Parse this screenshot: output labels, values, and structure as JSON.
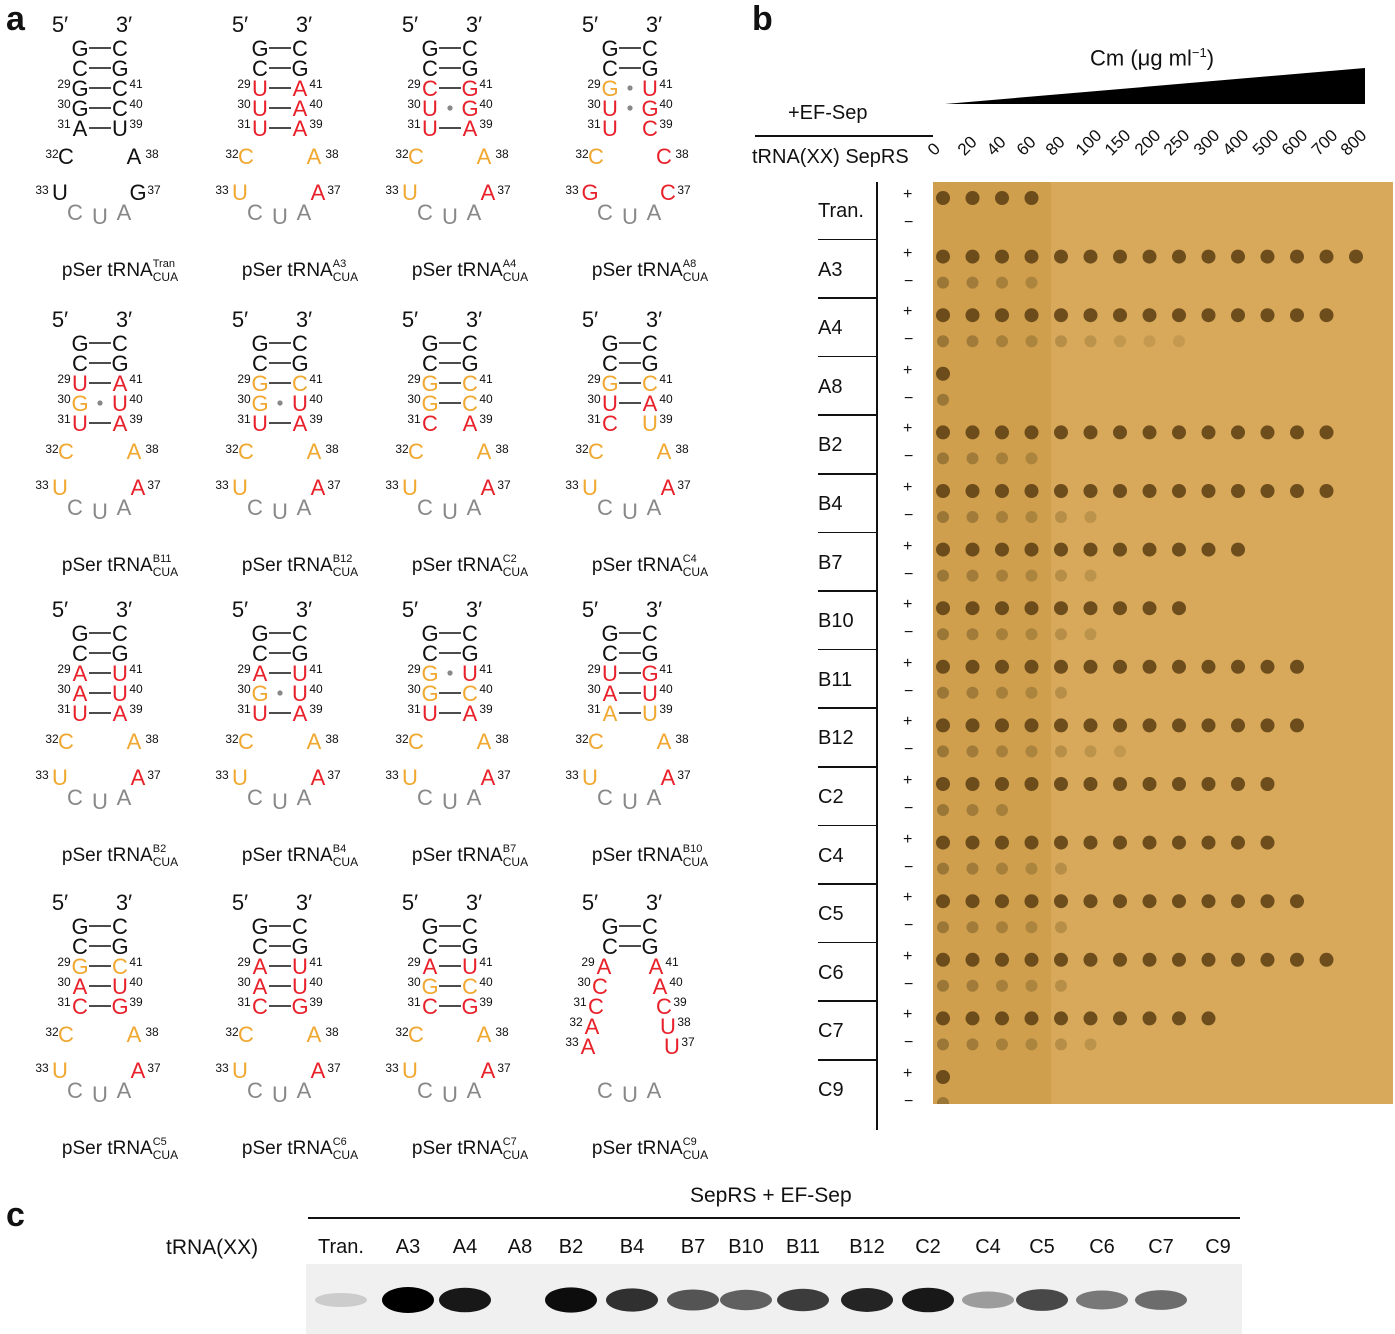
{
  "panel_a": {
    "label": "a",
    "structures": [
      {
        "id": "Tran",
        "caption": "pSer tRNA",
        "sup": "Tran",
        "sub": "CUA",
        "stem": [
          [
            "G",
            "C",
            "k",
            "k",
            "-"
          ],
          [
            "C",
            "G",
            "k",
            "k",
            "-"
          ],
          [
            "G",
            "C",
            "k",
            "k",
            "-"
          ],
          [
            "G",
            "C",
            "k",
            "k",
            "-"
          ],
          [
            "A",
            "U",
            "k",
            "k",
            "-"
          ]
        ],
        "loop": {
          "l32": "C",
          "l33": "U",
          "r38": "A",
          "r37": "G",
          "c32": "k",
          "c33": "k",
          "c38": "k",
          "c37": "k"
        }
      },
      {
        "id": "A3",
        "caption": "pSer tRNA",
        "sup": "A3",
        "sub": "CUA",
        "stem": [
          [
            "G",
            "C",
            "k",
            "k",
            "-"
          ],
          [
            "C",
            "G",
            "k",
            "k",
            "-"
          ],
          [
            "U",
            "A",
            "r",
            "r",
            "-"
          ],
          [
            "U",
            "A",
            "r",
            "r",
            "-"
          ],
          [
            "U",
            "A",
            "r",
            "r",
            "-"
          ]
        ],
        "loop": {
          "l32": "C",
          "l33": "U",
          "r38": "A",
          "r37": "A",
          "c32": "o",
          "c33": "o",
          "c38": "o",
          "c37": "r"
        }
      },
      {
        "id": "A4",
        "caption": "pSer tRNA",
        "sup": "A4",
        "sub": "CUA",
        "stem": [
          [
            "G",
            "C",
            "k",
            "k",
            "-"
          ],
          [
            "C",
            "G",
            "k",
            "k",
            "-"
          ],
          [
            "C",
            "G",
            "r",
            "r",
            "-"
          ],
          [
            "U",
            "G",
            "r",
            "r",
            "."
          ],
          [
            "U",
            "A",
            "r",
            "r",
            "-"
          ]
        ],
        "loop": {
          "l32": "C",
          "l33": "U",
          "r38": "A",
          "r37": "A",
          "c32": "o",
          "c33": "o",
          "c38": "o",
          "c37": "r"
        }
      },
      {
        "id": "A8",
        "caption": "pSer tRNA",
        "sup": "A8",
        "sub": "CUA",
        "stem": [
          [
            "G",
            "C",
            "k",
            "k",
            "-"
          ],
          [
            "C",
            "G",
            "k",
            "k",
            "-"
          ],
          [
            "G",
            "U",
            "o",
            "r",
            "."
          ],
          [
            "U",
            "G",
            "r",
            "r",
            "."
          ],
          [
            "U",
            "C",
            "r",
            "r",
            " "
          ]
        ],
        "loop": {
          "l32": "C",
          "l33": "G",
          "r38": "C",
          "r37": "C",
          "c32": "o",
          "c33": "r",
          "c38": "r",
          "c37": "r"
        }
      },
      {
        "id": "B11",
        "caption": "pSer tRNA",
        "sup": "B11",
        "sub": "CUA",
        "stem": [
          [
            "G",
            "C",
            "k",
            "k",
            "-"
          ],
          [
            "C",
            "G",
            "k",
            "k",
            "-"
          ],
          [
            "U",
            "A",
            "r",
            "r",
            "-"
          ],
          [
            "G",
            "U",
            "o",
            "r",
            "."
          ],
          [
            "U",
            "A",
            "r",
            "r",
            "-"
          ]
        ],
        "loop": {
          "l32": "C",
          "l33": "U",
          "r38": "A",
          "r37": "A",
          "c32": "o",
          "c33": "o",
          "c38": "o",
          "c37": "r"
        }
      },
      {
        "id": "B12",
        "caption": "pSer tRNA",
        "sup": "B12",
        "sub": "CUA",
        "stem": [
          [
            "G",
            "C",
            "k",
            "k",
            "-"
          ],
          [
            "C",
            "G",
            "k",
            "k",
            "-"
          ],
          [
            "G",
            "C",
            "o",
            "o",
            "-"
          ],
          [
            "G",
            "U",
            "o",
            "r",
            "."
          ],
          [
            "U",
            "A",
            "r",
            "r",
            "-"
          ]
        ],
        "loop": {
          "l32": "C",
          "l33": "U",
          "r38": "A",
          "r37": "A",
          "c32": "o",
          "c33": "o",
          "c38": "o",
          "c37": "r"
        }
      },
      {
        "id": "C2",
        "caption": "pSer tRNA",
        "sup": "C2",
        "sub": "CUA",
        "stem": [
          [
            "G",
            "C",
            "k",
            "k",
            "-"
          ],
          [
            "C",
            "G",
            "k",
            "k",
            "-"
          ],
          [
            "G",
            "C",
            "o",
            "o",
            "-"
          ],
          [
            "G",
            "C",
            "o",
            "o",
            "-"
          ],
          [
            "C",
            "A",
            "r",
            "r",
            " "
          ]
        ],
        "loop": {
          "l32": "C",
          "l33": "U",
          "r38": "A",
          "r37": "A",
          "c32": "o",
          "c33": "o",
          "c38": "o",
          "c37": "r"
        }
      },
      {
        "id": "C4",
        "caption": "pSer tRNA",
        "sup": "C4",
        "sub": "CUA",
        "stem": [
          [
            "G",
            "C",
            "k",
            "k",
            "-"
          ],
          [
            "C",
            "G",
            "k",
            "k",
            "-"
          ],
          [
            "G",
            "C",
            "o",
            "o",
            "-"
          ],
          [
            "U",
            "A",
            "r",
            "r",
            "-"
          ],
          [
            "C",
            "U",
            "r",
            "o",
            " "
          ]
        ],
        "loop": {
          "l32": "C",
          "l33": "U",
          "r38": "A",
          "r37": "A",
          "c32": "o",
          "c33": "o",
          "c38": "o",
          "c37": "r"
        }
      },
      {
        "id": "B2",
        "caption": "pSer tRNA",
        "sup": "B2",
        "sub": "CUA",
        "stem": [
          [
            "G",
            "C",
            "k",
            "k",
            "-"
          ],
          [
            "C",
            "G",
            "k",
            "k",
            "-"
          ],
          [
            "A",
            "U",
            "r",
            "r",
            "-"
          ],
          [
            "A",
            "U",
            "r",
            "r",
            "-"
          ],
          [
            "U",
            "A",
            "r",
            "r",
            "-"
          ]
        ],
        "loop": {
          "l32": "C",
          "l33": "U",
          "r38": "A",
          "r37": "A",
          "c32": "o",
          "c33": "o",
          "c38": "o",
          "c37": "r"
        }
      },
      {
        "id": "B4",
        "caption": "pSer tRNA",
        "sup": "B4",
        "sub": "CUA",
        "stem": [
          [
            "G",
            "C",
            "k",
            "k",
            "-"
          ],
          [
            "C",
            "G",
            "k",
            "k",
            "-"
          ],
          [
            "A",
            "U",
            "r",
            "r",
            "-"
          ],
          [
            "G",
            "U",
            "o",
            "r",
            "."
          ],
          [
            "U",
            "A",
            "r",
            "r",
            "-"
          ]
        ],
        "loop": {
          "l32": "C",
          "l33": "U",
          "r38": "A",
          "r37": "A",
          "c32": "o",
          "c33": "o",
          "c38": "o",
          "c37": "r"
        }
      },
      {
        "id": "B7",
        "caption": "pSer tRNA",
        "sup": "B7",
        "sub": "CUA",
        "stem": [
          [
            "G",
            "C",
            "k",
            "k",
            "-"
          ],
          [
            "C",
            "G",
            "k",
            "k",
            "-"
          ],
          [
            "G",
            "U",
            "o",
            "r",
            "."
          ],
          [
            "G",
            "C",
            "o",
            "o",
            "-"
          ],
          [
            "U",
            "A",
            "r",
            "r",
            "-"
          ]
        ],
        "loop": {
          "l32": "C",
          "l33": "U",
          "r38": "A",
          "r37": "A",
          "c32": "o",
          "c33": "o",
          "c38": "o",
          "c37": "r"
        }
      },
      {
        "id": "B10",
        "caption": "pSer tRNA",
        "sup": "B10",
        "sub": "CUA",
        "stem": [
          [
            "G",
            "C",
            "k",
            "k",
            "-"
          ],
          [
            "C",
            "G",
            "k",
            "k",
            "-"
          ],
          [
            "U",
            "G",
            "r",
            "r",
            "-"
          ],
          [
            "A",
            "U",
            "r",
            "r",
            "-"
          ],
          [
            "A",
            "U",
            "o",
            "o",
            "-"
          ]
        ],
        "loop": {
          "l32": "C",
          "l33": "U",
          "r38": "A",
          "r37": "A",
          "c32": "o",
          "c33": "o",
          "c38": "o",
          "c37": "r"
        }
      },
      {
        "id": "C5",
        "caption": "pSer tRNA",
        "sup": "C5",
        "sub": "CUA",
        "stem": [
          [
            "G",
            "C",
            "k",
            "k",
            "-"
          ],
          [
            "C",
            "G",
            "k",
            "k",
            "-"
          ],
          [
            "G",
            "C",
            "o",
            "o",
            "-"
          ],
          [
            "A",
            "U",
            "r",
            "r",
            "-"
          ],
          [
            "C",
            "G",
            "r",
            "r",
            "-"
          ]
        ],
        "loop": {
          "l32": "C",
          "l33": "U",
          "r38": "A",
          "r37": "A",
          "c32": "o",
          "c33": "o",
          "c38": "o",
          "c37": "r"
        }
      },
      {
        "id": "C6",
        "caption": "pSer tRNA",
        "sup": "C6",
        "sub": "CUA",
        "stem": [
          [
            "G",
            "C",
            "k",
            "k",
            "-"
          ],
          [
            "C",
            "G",
            "k",
            "k",
            "-"
          ],
          [
            "A",
            "U",
            "r",
            "r",
            "-"
          ],
          [
            "A",
            "U",
            "r",
            "r",
            "-"
          ],
          [
            "C",
            "G",
            "r",
            "r",
            "-"
          ]
        ],
        "loop": {
          "l32": "C",
          "l33": "U",
          "r38": "A",
          "r37": "A",
          "c32": "o",
          "c33": "o",
          "c38": "o",
          "c37": "r"
        }
      },
      {
        "id": "C7",
        "caption": "pSer tRNA",
        "sup": "C7",
        "sub": "CUA",
        "stem": [
          [
            "G",
            "C",
            "k",
            "k",
            "-"
          ],
          [
            "C",
            "G",
            "k",
            "k",
            "-"
          ],
          [
            "A",
            "U",
            "r",
            "r",
            "-"
          ],
          [
            "G",
            "C",
            "o",
            "o",
            "-"
          ],
          [
            "C",
            "G",
            "r",
            "r",
            "-"
          ]
        ],
        "loop": {
          "l32": "C",
          "l33": "U",
          "r38": "A",
          "r37": "A",
          "c32": "o",
          "c33": "o",
          "c38": "o",
          "c37": "r"
        }
      },
      {
        "id": "C9",
        "caption": "pSer tRNA",
        "sup": "C9",
        "sub": "CUA",
        "open": true,
        "stem": [
          [
            "G",
            "C",
            "k",
            "k",
            "-"
          ],
          [
            "C",
            "G",
            "k",
            "k",
            "-"
          ]
        ],
        "loopOpen": {
          "left": [
            "A",
            "C",
            "C",
            "A",
            "A"
          ],
          "right": [
            "A",
            "A",
            "C",
            "U",
            "U"
          ],
          "lnums": [
            "29",
            "30",
            "31",
            "32",
            "33"
          ],
          "rnums": [
            "41",
            "40",
            "39",
            "38",
            "37"
          ]
        }
      }
    ],
    "anticodon": [
      "C",
      "U",
      "A"
    ],
    "numbers": {
      "n29": "29",
      "n30": "30",
      "n31": "31",
      "n32": "32",
      "n33": "33",
      "n41": "41",
      "n40": "40",
      "n39": "39",
      "n38": "38",
      "n37": "37"
    },
    "ends": {
      "five": "5′",
      "three": "3′"
    },
    "colors": {
      "k": "#111111",
      "r": "#e8202a",
      "o": "#f0a830",
      "g": "#888888"
    }
  },
  "panel_b": {
    "label": "b",
    "cm_label": "Cm (μg ml",
    "cm_sup": "−1",
    "cm_close": ")",
    "header_top": "+EF-Sep",
    "header_left": "tRNA(XX) SepRS",
    "concentrations": [
      "0",
      "20",
      "40",
      "60",
      "80",
      "100",
      "150",
      "200",
      "250",
      "300",
      "400",
      "500",
      "600",
      "700",
      "800"
    ],
    "rows": [
      {
        "name": "Tran.",
        "plus": 4,
        "minus": 0
      },
      {
        "name": "A3",
        "plus": 15,
        "minus": 4
      },
      {
        "name": "A4",
        "plus": 14,
        "minus": 9
      },
      {
        "name": "A8",
        "plus": 1,
        "minus": 1
      },
      {
        "name": "B2",
        "plus": 14,
        "minus": 4
      },
      {
        "name": "B4",
        "plus": 14,
        "minus": 6
      },
      {
        "name": "B7",
        "plus": 11,
        "minus": 6
      },
      {
        "name": "B10",
        "plus": 9,
        "minus": 6
      },
      {
        "name": "B11",
        "plus": 13,
        "minus": 5
      },
      {
        "name": "B12",
        "plus": 13,
        "minus": 7
      },
      {
        "name": "C2",
        "plus": 12,
        "minus": 3
      },
      {
        "name": "C4",
        "plus": 12,
        "minus": 5
      },
      {
        "name": "C5",
        "plus": 13,
        "minus": 5
      },
      {
        "name": "C6",
        "plus": 14,
        "minus": 5
      },
      {
        "name": "C7",
        "plus": 10,
        "minus": 6
      },
      {
        "name": "C9",
        "plus": 1,
        "minus": 1
      }
    ],
    "plus_sign": "+",
    "minus_sign": "−",
    "background_color": "#d8a95a"
  },
  "panel_c": {
    "label": "c",
    "title": "SepRS + EF-Sep",
    "row_label": "tRNA(XX)",
    "lanes": [
      "Tran.",
      "A3",
      "A4",
      "A8",
      "B2",
      "B4",
      "B7",
      "B10",
      "B11",
      "B12",
      "C2",
      "C4",
      "C5",
      "C6",
      "C7",
      "C9"
    ],
    "band_intensity": [
      0.15,
      1.0,
      0.9,
      0.0,
      0.95,
      0.8,
      0.65,
      0.6,
      0.75,
      0.85,
      0.9,
      0.35,
      0.7,
      0.5,
      0.55,
      0.0
    ]
  }
}
